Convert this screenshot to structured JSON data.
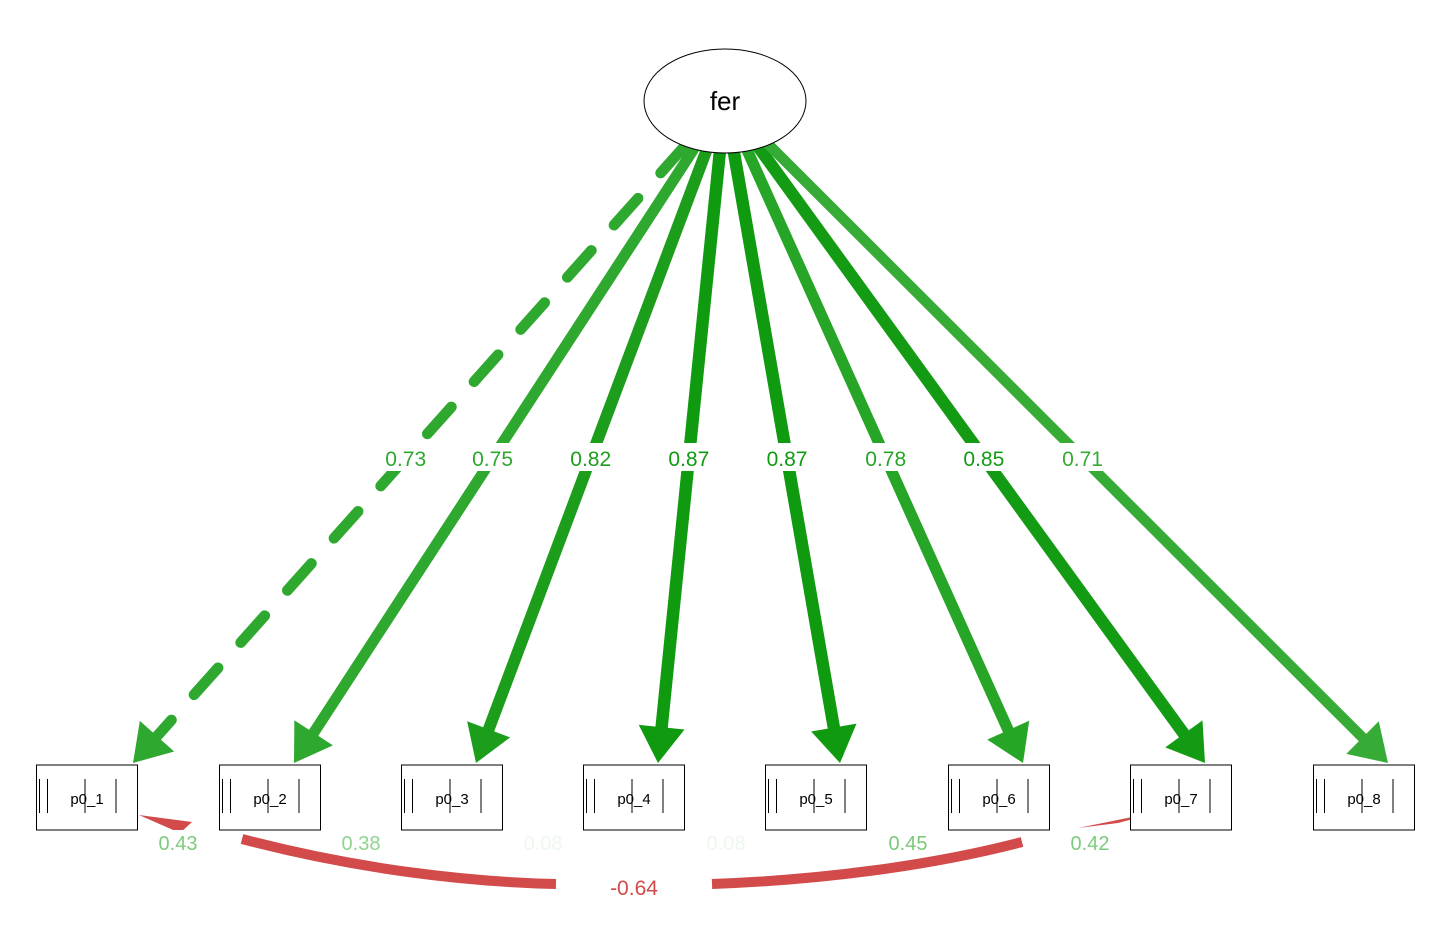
{
  "latent": {
    "label": "fer"
  },
  "indicators": [
    {
      "label": "p0_1"
    },
    {
      "label": "p0_2"
    },
    {
      "label": "p0_3"
    },
    {
      "label": "p0_4"
    },
    {
      "label": "p0_5"
    },
    {
      "label": "p0_6"
    },
    {
      "label": "p0_7"
    },
    {
      "label": "p0_8"
    }
  ],
  "loadings": [
    {
      "to": 0,
      "value": "0.73",
      "fixed": true,
      "color": "#2ea82e"
    },
    {
      "to": 1,
      "value": "0.75",
      "fixed": false,
      "color": "#2ea82e"
    },
    {
      "to": 2,
      "value": "0.82",
      "fixed": false,
      "color": "#1c9e1c"
    },
    {
      "to": 3,
      "value": "0.87",
      "fixed": false,
      "color": "#0f9a0f"
    },
    {
      "to": 4,
      "value": "0.87",
      "fixed": false,
      "color": "#0f9a0f"
    },
    {
      "to": 5,
      "value": "0.78",
      "fixed": false,
      "color": "#27a527"
    },
    {
      "to": 6,
      "value": "0.85",
      "fixed": false,
      "color": "#139c13"
    },
    {
      "to": 7,
      "value": "0.71",
      "fixed": false,
      "color": "#36ab36"
    }
  ],
  "residual_covariances": [
    {
      "from": 0,
      "to": 6,
      "value": "-0.64",
      "color": "#d24a4a"
    }
  ],
  "residual_labels": [
    {
      "value": "0.43",
      "color": "#7dcc7d"
    },
    {
      "value": "0.38",
      "color": "#8fd48f"
    },
    {
      "value": "0.08",
      "color": "#eef7ee"
    },
    {
      "value": "0.08",
      "color": "#eef7ee"
    },
    {
      "value": "0.45",
      "color": "#7ac97a"
    },
    {
      "value": "0.42",
      "color": "#7dcc7d"
    }
  ]
}
